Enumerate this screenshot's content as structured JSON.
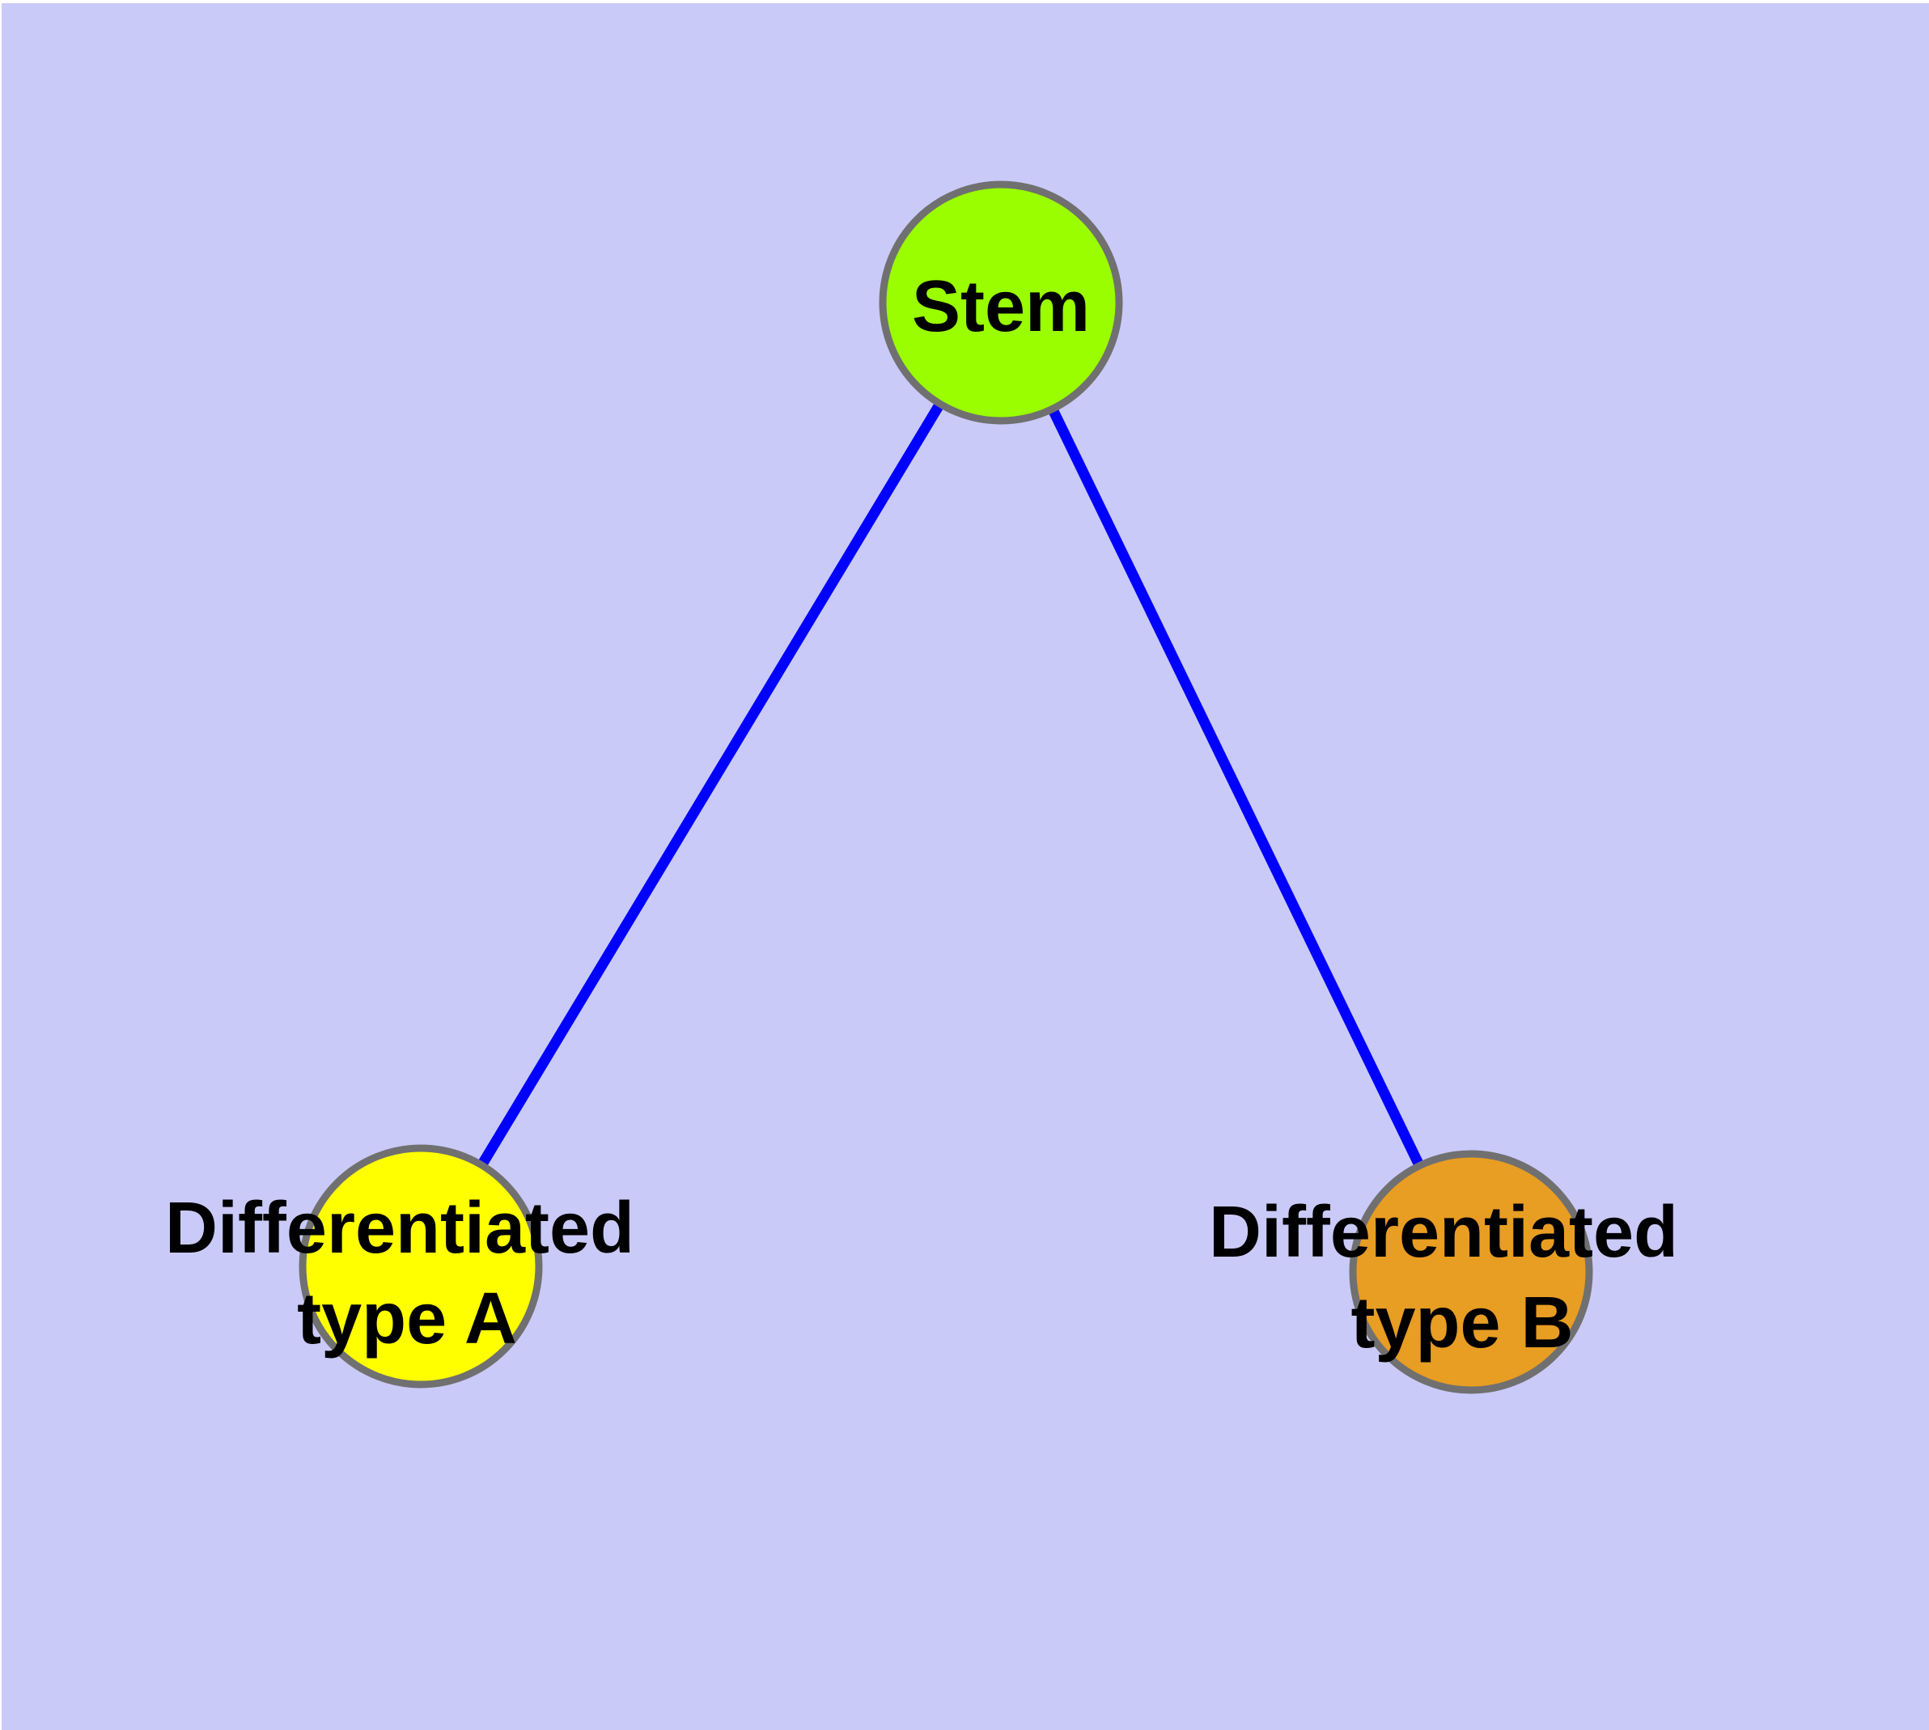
{
  "diagram": {
    "type": "graph",
    "background_color": "#CACAF8",
    "margin_color": "#FFFFFF",
    "edge_color": "#0000FF",
    "node_border_color": "#707070",
    "label_color": "#000000",
    "nodes": [
      {
        "id": "stem",
        "label": "Stem",
        "label_lines": [
          "Stem"
        ],
        "fill": "#9AFD00"
      },
      {
        "id": "differentiated-type-a",
        "label": "Differentiated type A",
        "label_lines": [
          "Differentiated",
          "type A"
        ],
        "fill": "#FFFF00"
      },
      {
        "id": "differentiated-type-b",
        "label": "Differentiated type B",
        "label_lines": [
          "Differentiated",
          "type B"
        ],
        "fill": "#E89D23"
      }
    ],
    "edges": [
      {
        "from": "Stem",
        "to": "Differentiated type A"
      },
      {
        "from": "Stem",
        "to": "Differentiated type B"
      }
    ]
  }
}
